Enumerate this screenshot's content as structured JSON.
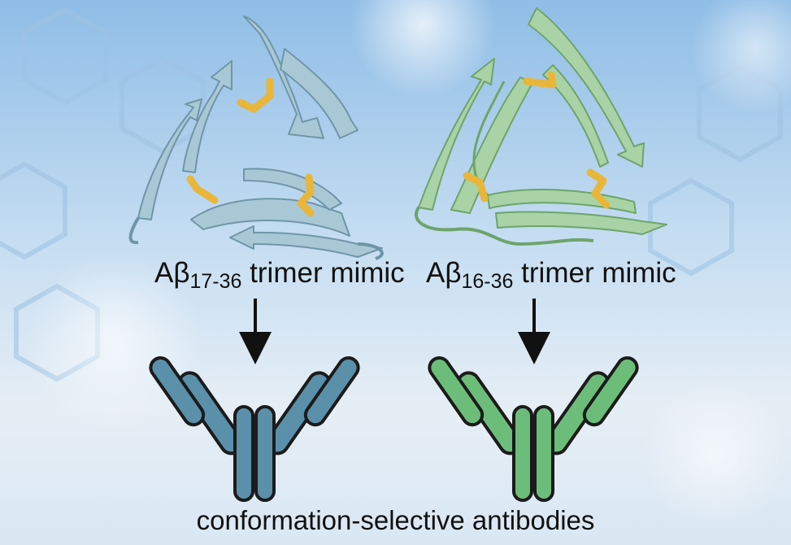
{
  "mimics": [
    {
      "prefix": "Aβ",
      "subscript": "17-36",
      "suffix": " trimer mimic",
      "ribbon_color": "#a9c8d6",
      "ribbon_edge": "#6f96a8",
      "antibody_color": "#5b90ab"
    },
    {
      "prefix": "Aβ",
      "subscript": "16-36",
      "suffix": " trimer mimic",
      "ribbon_color": "#a9d3a6",
      "ribbon_edge": "#6ea46b",
      "antibody_color": "#6dbd7a"
    }
  ],
  "caption": "conformation-selective antibodies",
  "disulfide_color": "#e8b63a",
  "background_color": "#bcd7ee"
}
